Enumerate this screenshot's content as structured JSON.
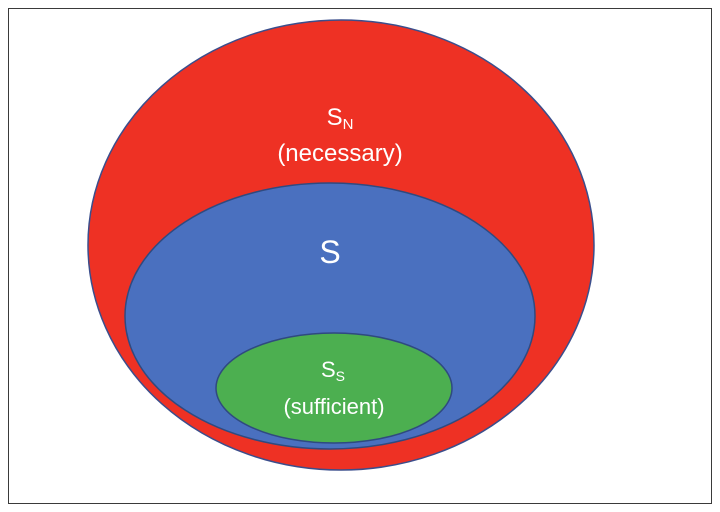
{
  "sets": {
    "necessary": {
      "symbol": "S",
      "subscript": "N",
      "description": "(necessary)",
      "color": "#EE3124",
      "border": "#3B4E8C"
    },
    "middle": {
      "symbol": "S",
      "color": "#4A70BF",
      "border": "#2F4A80"
    },
    "sufficient": {
      "symbol": "S",
      "subscript": "S",
      "description": "(sufficient)",
      "color": "#4CAF50",
      "border": "#2F4A80"
    }
  }
}
